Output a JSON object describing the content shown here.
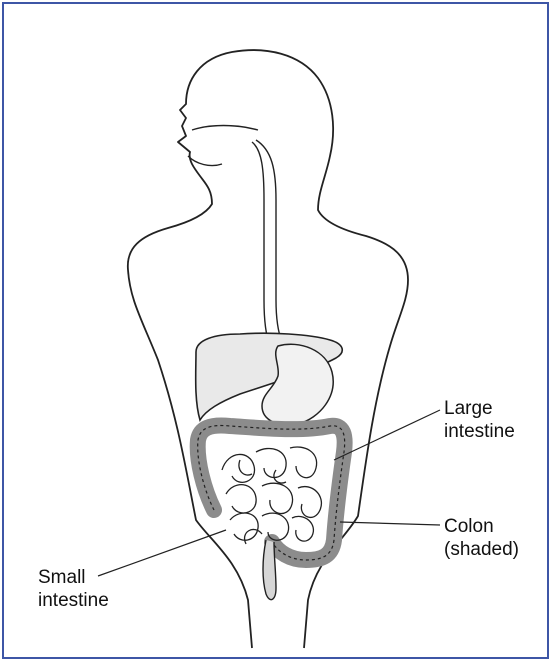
{
  "labels": {
    "large_intestine": {
      "line1": "Large",
      "line2": "intestine"
    },
    "colon": {
      "line1": "Colon",
      "line2": "(shaded)"
    },
    "small_intestine": {
      "line1": "Small",
      "line2": "intestine"
    }
  },
  "colors": {
    "frame": "#3d56a6",
    "outline": "#222222",
    "colon_shade": "#8c8c8c",
    "organ_fill": "#e9e9e9"
  }
}
